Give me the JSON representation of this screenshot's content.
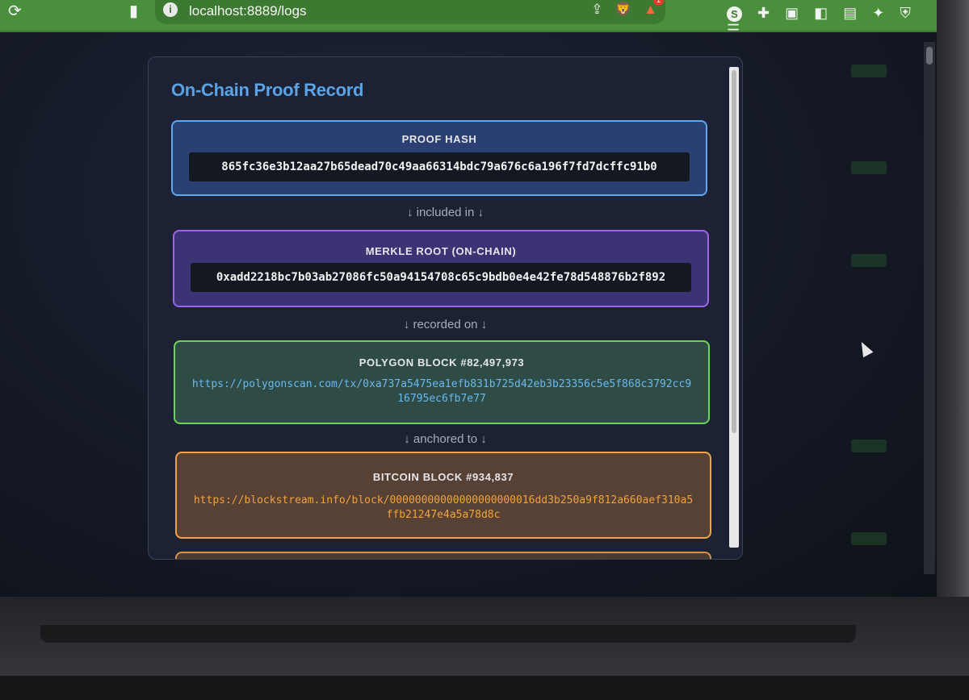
{
  "browser": {
    "url": "localhost:8889/logs",
    "notification_count": "1",
    "profile_letter": "S",
    "icons": {
      "reload": "reload-icon",
      "bookmark": "bookmark-icon",
      "site_info": "info-icon",
      "share": "share-icon",
      "shields": "brave-shields-icon",
      "rewards": "brave-rewards-icon",
      "extensions": "puzzle-icon",
      "screenshot": "screenshot-icon",
      "sidebar": "sidebar-icon",
      "wallet": "wallet-icon",
      "leo": "sparkle-icon",
      "vpn": "shield-check-icon",
      "menu": "hamburger-menu-icon"
    },
    "accent": "#4a8f3c"
  },
  "card": {
    "title": "On-Chain Proof Record",
    "proof_hash": {
      "label": "PROOF HASH",
      "value": "865fc36e3b12aa27b65dead70c49aa66314bdc79a676c6a196f7fd7dcffc91b0",
      "color": "#5ea9f0"
    },
    "connector_1": "↓ included in ↓",
    "merkle_root": {
      "label": "MERKLE ROOT (ON-CHAIN)",
      "value": "0xadd2218bc7b03ab27086fc50a94154708c65c9bdb0e4e42fe78d548876b2f892",
      "color": "#a064ea"
    },
    "connector_2": "↓ recorded on ↓",
    "polygon": {
      "label": "POLYGON BLOCK #82,497,973",
      "link": "https://polygonscan.com/tx/0xa737a5475ea1efb831b725d42eb3b23356c5e5f868c3792cc916795ec6fb7e77",
      "color": "#6fd35a"
    },
    "connector_3": "↓ anchored to ↓",
    "bitcoin": {
      "label": "BITCOIN BLOCK #934,837",
      "link": "https://blockstream.info/block/00000000000000000000016dd3b250a9f812a660aef310a5ffb21247e4a5a78d8c",
      "color": "#f0a24a"
    }
  }
}
